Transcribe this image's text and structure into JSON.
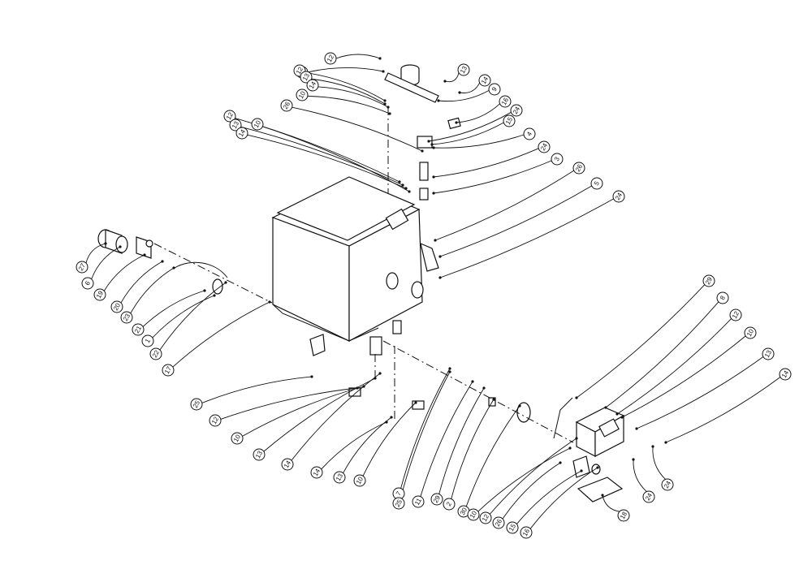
{
  "diagram": {
    "callouts": [
      {
        "label": "12"
      },
      {
        "label": "10"
      },
      {
        "label": "13"
      },
      {
        "label": "14"
      },
      {
        "label": "9"
      },
      {
        "label": "12"
      },
      {
        "label": "13"
      },
      {
        "label": "14"
      },
      {
        "label": "10"
      },
      {
        "label": "16"
      },
      {
        "label": "26"
      },
      {
        "label": "24"
      },
      {
        "label": "15"
      },
      {
        "label": "4"
      },
      {
        "label": "12"
      },
      {
        "label": "13"
      },
      {
        "label": "14"
      },
      {
        "label": "10"
      },
      {
        "label": "24"
      },
      {
        "label": "3"
      },
      {
        "label": "26"
      },
      {
        "label": "5"
      },
      {
        "label": "24"
      },
      {
        "label": "27"
      },
      {
        "label": "6"
      },
      {
        "label": "19"
      },
      {
        "label": "20"
      },
      {
        "label": "23"
      },
      {
        "label": "21"
      },
      {
        "label": "1"
      },
      {
        "label": "22"
      },
      {
        "label": "17"
      },
      {
        "label": "25"
      },
      {
        "label": "12"
      },
      {
        "label": "10"
      },
      {
        "label": "13"
      },
      {
        "label": "14"
      },
      {
        "label": "14"
      },
      {
        "label": "13"
      },
      {
        "label": "10"
      },
      {
        "label": "7"
      },
      {
        "label": "25"
      },
      {
        "label": "11"
      },
      {
        "label": "29"
      },
      {
        "label": "2"
      },
      {
        "label": "30"
      },
      {
        "label": "10"
      },
      {
        "label": "12"
      },
      {
        "label": "26"
      },
      {
        "label": "15"
      },
      {
        "label": "16"
      },
      {
        "label": "18"
      },
      {
        "label": "24"
      },
      {
        "label": "24"
      },
      {
        "label": "29"
      },
      {
        "label": "8"
      },
      {
        "label": "12"
      },
      {
        "label": "10"
      },
      {
        "label": "13"
      },
      {
        "label": "14"
      }
    ]
  }
}
